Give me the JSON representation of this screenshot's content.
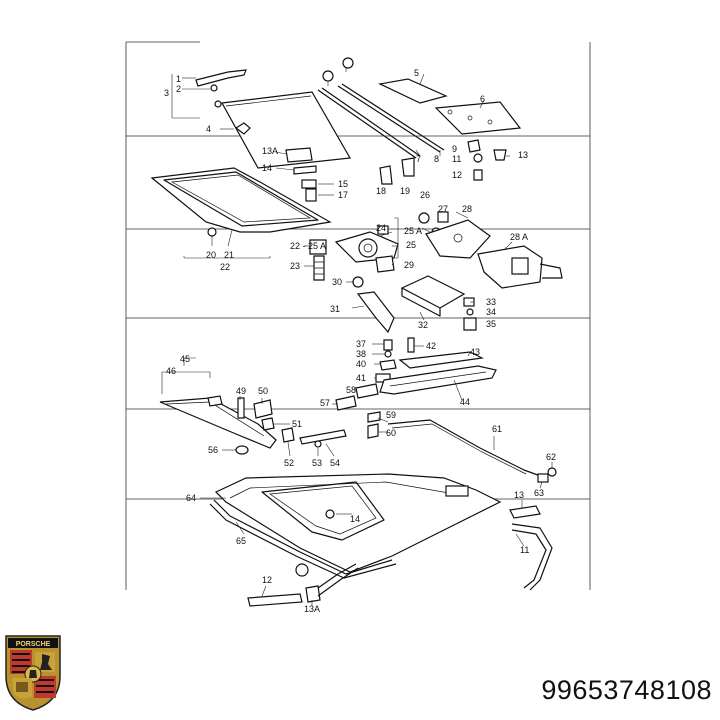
{
  "part_number": "99653748108",
  "logo": {
    "text": "PORSCHE",
    "icon": "porsche-crest-icon"
  },
  "callouts": [
    "1",
    "2",
    "3",
    "4",
    "5",
    "6",
    "7",
    "8",
    "9",
    "11",
    "12",
    "13",
    "13A",
    "14",
    "15",
    "17",
    "18",
    "19",
    "20",
    "21",
    "22",
    "22 - 25 A",
    "23",
    "24",
    "25",
    "25 A",
    "26",
    "27",
    "28",
    "28 A",
    "29",
    "30",
    "31",
    "32",
    "33",
    "34",
    "35",
    "37",
    "38",
    "40",
    "41",
    "42",
    "43",
    "44",
    "45",
    "46",
    "49",
    "50",
    "51",
    "52",
    "53",
    "54",
    "56",
    "57",
    "58",
    "59",
    "60",
    "61",
    "62",
    "63",
    "64",
    "65"
  ]
}
